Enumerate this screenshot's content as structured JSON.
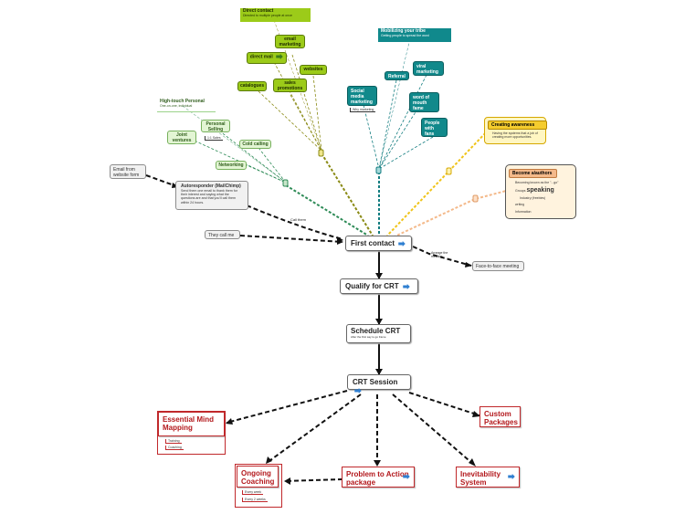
{
  "groups": {
    "direct_contact": {
      "title": "Direct contact",
      "subtitle": "Directed to multiple people at once"
    },
    "mobilizing": {
      "title": "Mobilizing your tribe",
      "subtitle": "Getting people to spread the word"
    },
    "high_touch": {
      "title": "High-touch Personal",
      "subtitle": "One-on-one, individual"
    }
  },
  "green_nodes": {
    "email_marketing": "email marketing",
    "direct_mail": "direct mail",
    "websites": "websites",
    "catalogues": "catalogues",
    "sales_promotions": "sales promotions"
  },
  "teal_nodes": {
    "viral_marketing": "viral marketing",
    "referral": "Referral",
    "social_media": "Social media marketing",
    "social_media_sub": "Why marketing",
    "word_of_mouth": "word of mouth fame",
    "people_with_fans": "People with fans"
  },
  "light_nodes": {
    "personal_selling": "Personal Selling",
    "personal_selling_sub": "1:1 Sales",
    "joint_ventures": "Joint ventures",
    "cold_calling": "Cold calling",
    "networking": "Networking"
  },
  "grey_nodes": {
    "email_from_website": "Email from website form",
    "autoresponder_title": "Autoresponder (MailChimp)",
    "autoresponder_body": "Send them one email to thank them for their interest and saying what the questions are and that you'll call them within 24 hours.",
    "call_them": "Call them",
    "they_call_me": "They call me",
    "f2f_label": "Arrange the meeting",
    "face_to_face": "Face-to-face meeting"
  },
  "yellow_box": {
    "title": "Creating awareness",
    "body": "Having the systems that a job of creating more opportunities."
  },
  "orange_box": {
    "title": "Become a/authors",
    "line1": "Becoming known as the \"...go\"",
    "speaking_prefix": "Groups",
    "speaking": "speaking",
    "line3": "Industry (freebies)",
    "line4": "writing",
    "line5": "Information"
  },
  "main_flow": {
    "first_contact": "First contact",
    "qualify": "Qualify for CRT",
    "schedule": "Schedule CRT",
    "schedule_sub": "After the first say to go frame",
    "crt_session": "CRT Session"
  },
  "outcomes": {
    "essential_mind_mapping": "Essential Mind Mapping",
    "emm_sub1": "Training",
    "emm_sub2": "Coaching",
    "custom_packages": "Custom Packages",
    "ongoing_coaching": "Ongoing Coaching",
    "oc_sub1": "Every week",
    "oc_sub2": "Every 2 weeks",
    "problem_to_action": "Problem to Action package",
    "inevitability_system": "Inevitability System"
  },
  "colors": {
    "green": "#9ccb19",
    "teal": "#11898b",
    "olive_line": "#8a8a14",
    "teal_line": "#137d80",
    "seagreen_line": "#2e8b57",
    "yellow_line": "#f0c419",
    "peach_line": "#f4b98a",
    "outcome_red": "#c0282b"
  },
  "icons": {
    "arrow": "blue-arrow-icon"
  }
}
